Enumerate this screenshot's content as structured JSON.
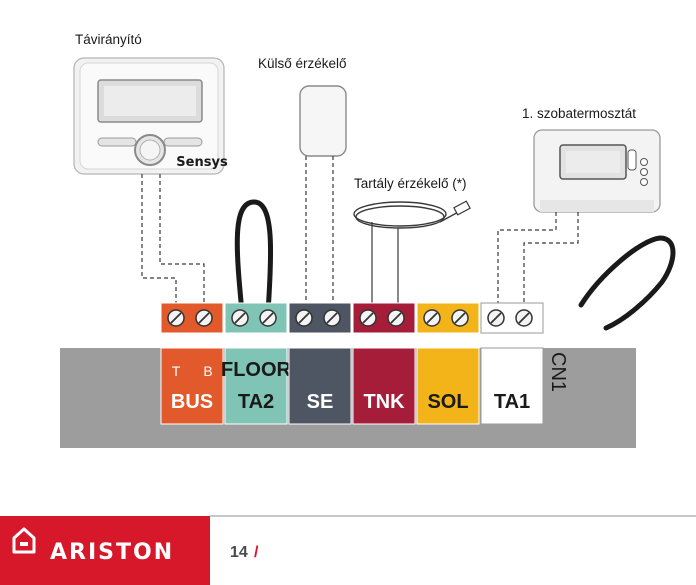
{
  "devices": {
    "remote_label": "Távirányító",
    "remote_brand": "Sensys",
    "outdoor_sensor_label": "Külső érzékelő",
    "tank_sensor_label": "Tartály érzékelő (*)",
    "room_thermostat_label": "1. szobatermosztát"
  },
  "terminals": [
    {
      "id": "bus",
      "color": "#e2592b",
      "text_color": "#ffffff",
      "sub_left": "T",
      "sub_right": "B",
      "label": "BUS"
    },
    {
      "id": "floor-ta2",
      "color": "#80c4b5",
      "text_color": "#1a1a1a",
      "label_top": "FLOOR",
      "label": "TA2"
    },
    {
      "id": "se",
      "color": "#4d5662",
      "text_color": "#ffffff",
      "label": "SE"
    },
    {
      "id": "tnk",
      "color": "#a61d3a",
      "text_color": "#ffffff",
      "label": "TNK"
    },
    {
      "id": "sol",
      "color": "#f2b418",
      "text_color": "#1a1a1a",
      "label": "SOL"
    },
    {
      "id": "ta1",
      "color": "#ffffff",
      "text_color": "#1a1a1a",
      "label": "TA1"
    }
  ],
  "connector_label": "CN1",
  "footer": {
    "brand": "ARISTON",
    "brand_color": "#d7182a",
    "page_number": "14",
    "separator": "/"
  }
}
